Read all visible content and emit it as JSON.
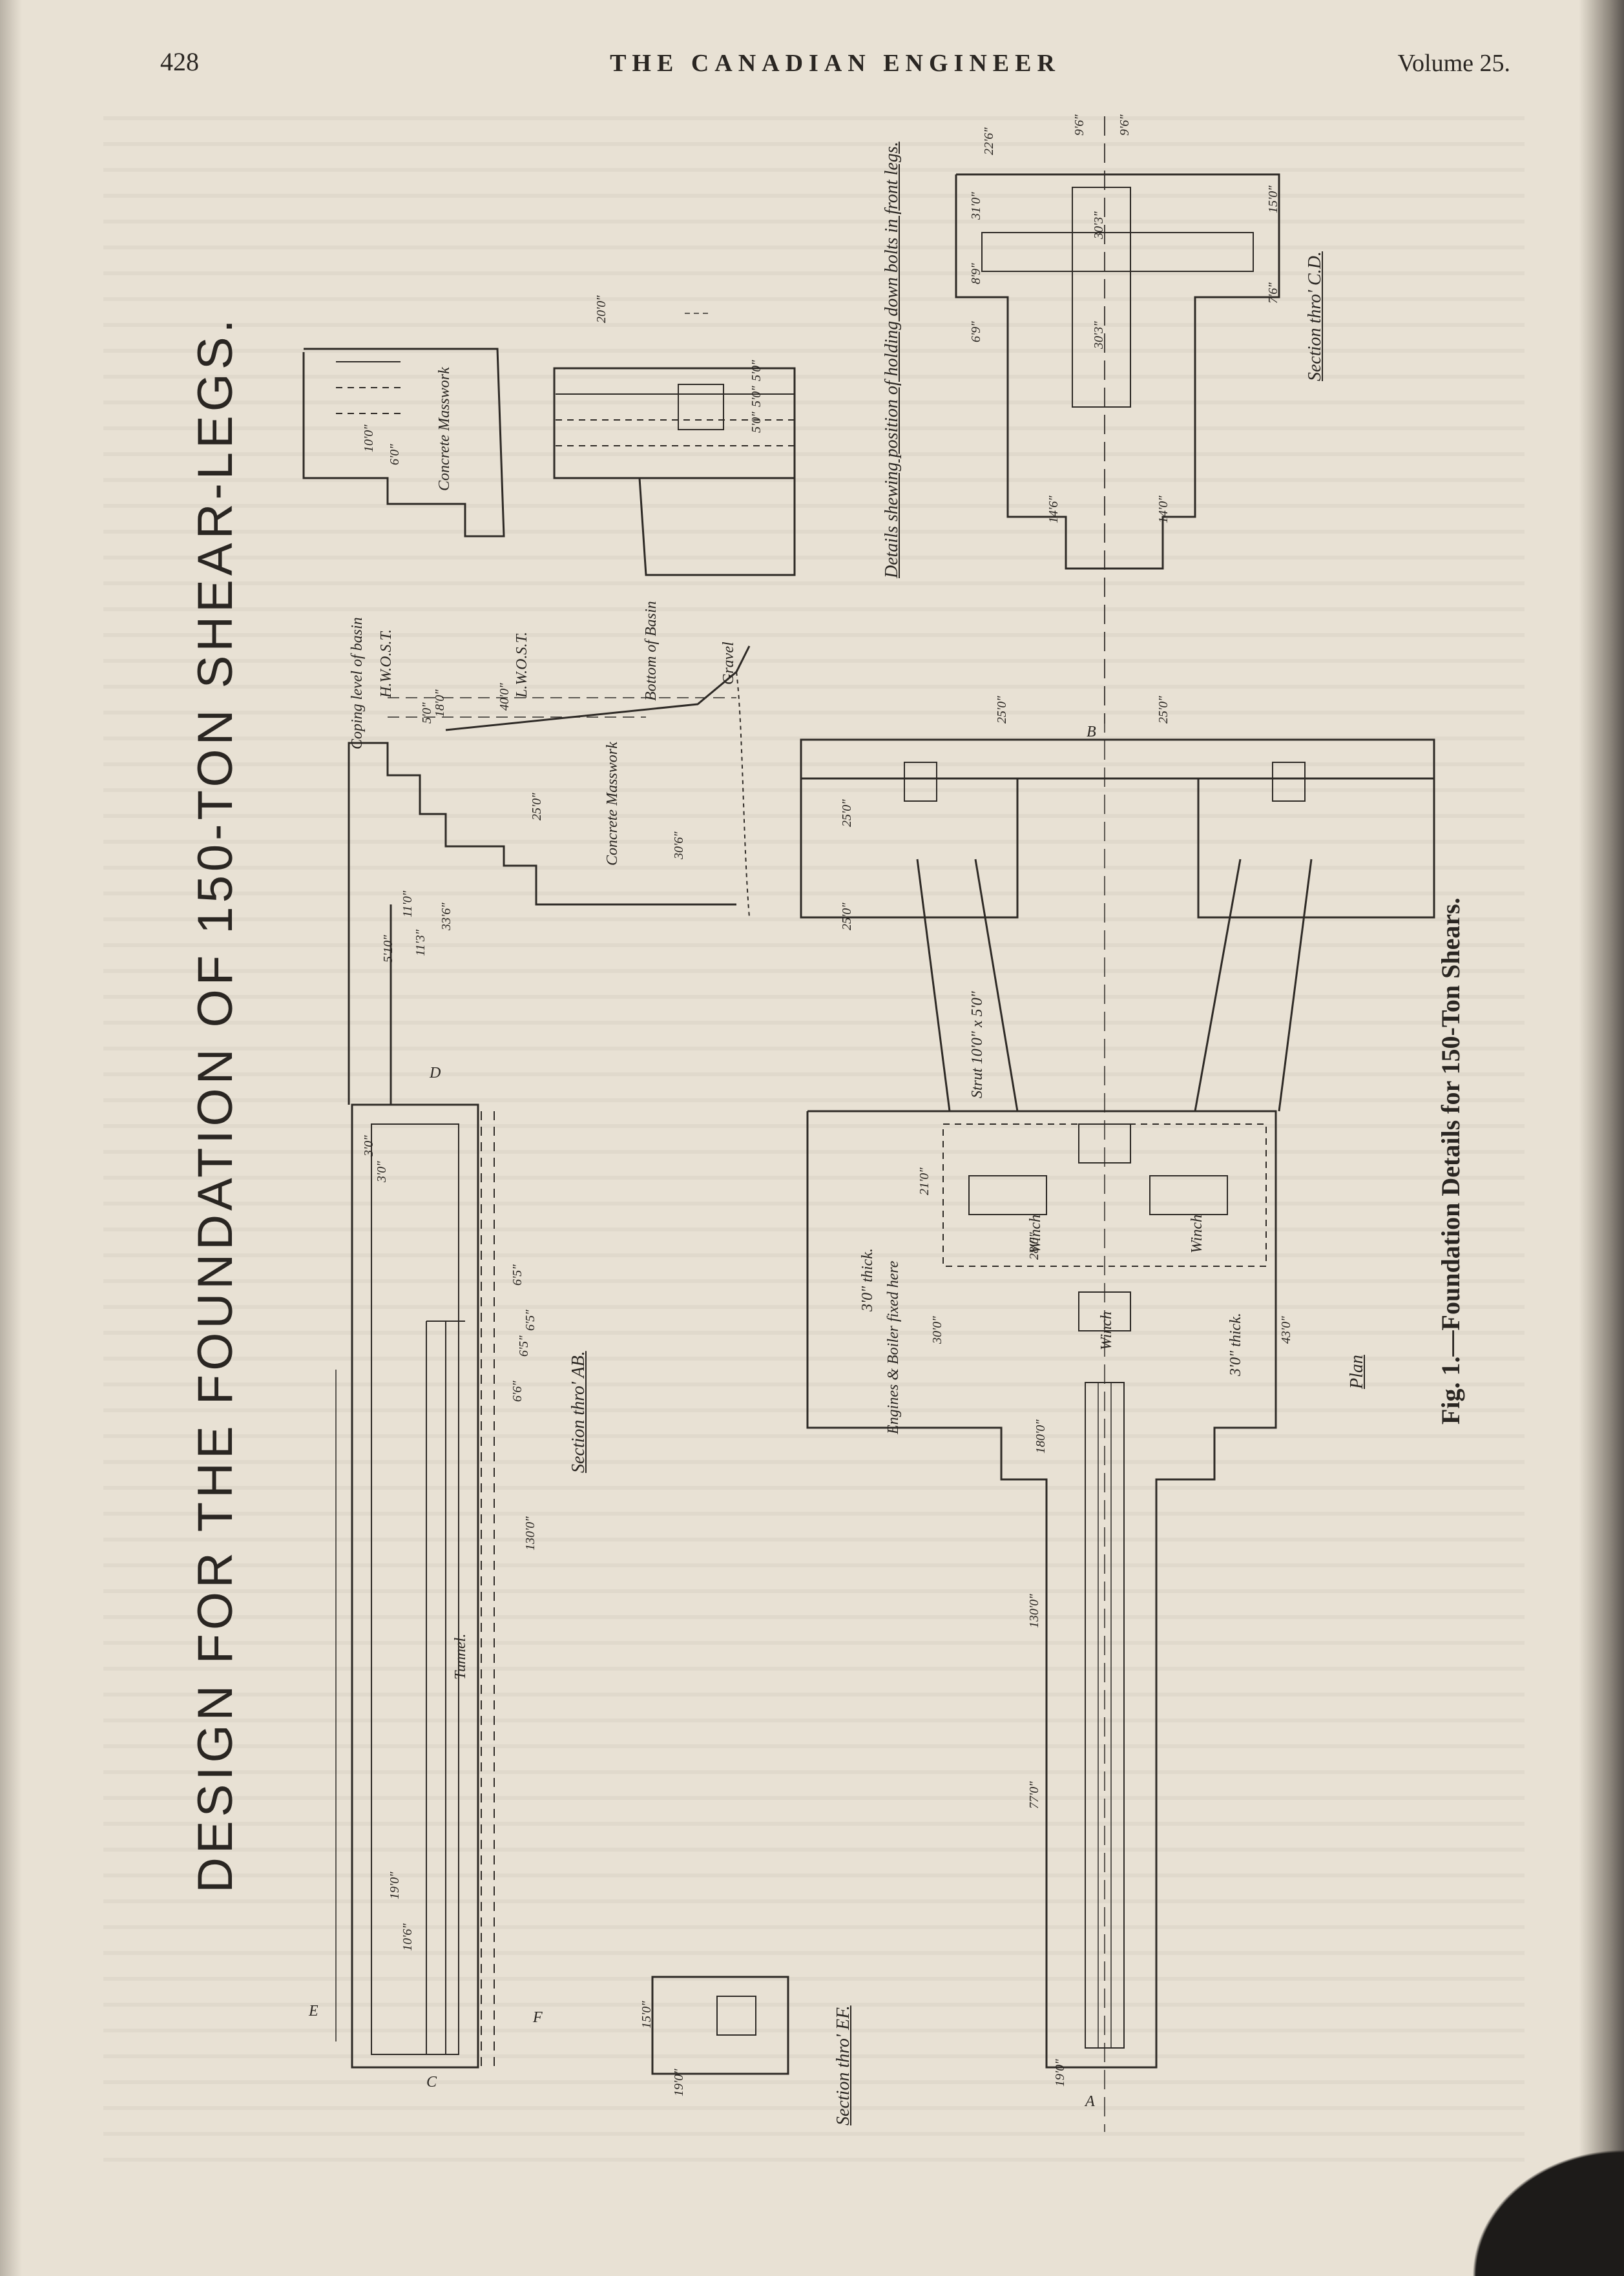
{
  "header": {
    "page_number": "428",
    "journal_title": "THE CANADIAN ENGINEER",
    "volume": "Volume 25."
  },
  "title": "DESIGN FOR THE FOUNDATION OF 150-TON SHEAR-LEGS.",
  "caption": "Fig. 1.—Foundation Details for 150-Ton Shears.",
  "drawings": {
    "section_ab": {
      "label": "Section thro' AB.",
      "tunnel_label": "Tunnel.",
      "markers": [
        "C",
        "D",
        "E",
        "F"
      ],
      "dims": [
        "19'0\"",
        "10'6\"",
        "3'0\"",
        "3'0\"",
        "6'5\"",
        "6'5\"",
        "6'5\"",
        "6'6\"",
        "130'0\"",
        "5'10\"",
        "11'0\"",
        "11'3\"",
        "33'6\"",
        "25'0\"",
        "30'6\"",
        "40'0\"",
        "18'0\"",
        "5'0\""
      ],
      "notes": [
        "Coping level of basin",
        "H.W.O.S.T.",
        "L.W.O.S.T.",
        "Concrete Masswork",
        "Bottom of Basin",
        "Gravel"
      ]
    },
    "detail_small": {
      "notes": [
        "Concrete Masswork"
      ],
      "dims": [
        "10'0\"",
        "6'0\""
      ]
    },
    "holding_down": {
      "label": "Details shewing position of holding down bolts in front legs.",
      "dims": [
        "5'0\"",
        "5'0\"",
        "5'0\"",
        "20'0\""
      ]
    },
    "section_cd": {
      "label": "Section thro' C.D.",
      "dims": [
        "22'6\"",
        "9'6\"",
        "9'6\"",
        "15'0\"",
        "7'6\"",
        "31'0\"",
        "30'3\"",
        "30'3\"",
        "14'6\"",
        "14'0\"",
        "6'9\"",
        "8'9\""
      ]
    },
    "plan": {
      "label": "Plan",
      "notes": [
        "Strut 10'0\" x 5'0\"",
        "3'0\" thick.",
        "Engines & Boiler fixed here",
        "3'0\" thick.",
        "Winch",
        "Winch",
        "Winch"
      ],
      "dims": [
        "25'0\"",
        "25'0\"",
        "25'0\"",
        "25'0\"",
        "21'0\"",
        "30'0\"",
        "43'0\"",
        "180'0\"",
        "130'0\"",
        "77'0\"",
        "19'0\"",
        "28'0\""
      ],
      "markers": [
        "A",
        "B"
      ]
    },
    "section_ef": {
      "label": "Section thro' EF.",
      "dims": [
        "19'0\"",
        "15'0\""
      ]
    }
  }
}
